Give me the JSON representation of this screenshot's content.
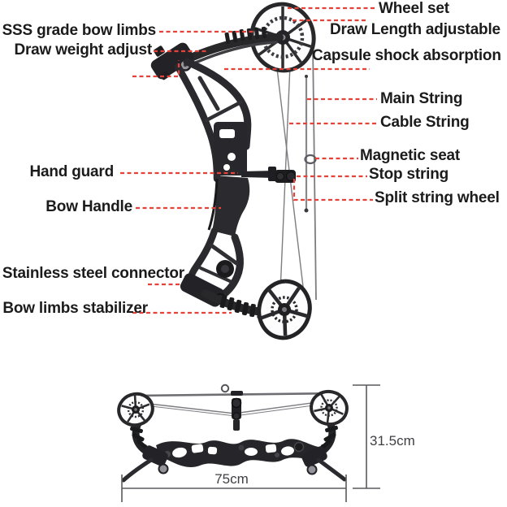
{
  "figure": {
    "kind": "annotated-product-diagram",
    "subject": "compound bow"
  },
  "colors": {
    "background": "#ffffff",
    "leader_red": "#e5423a",
    "label_text": "#1b1b1b",
    "dimension_line": "#5a5a5e",
    "bow_dark": "#28282b",
    "string_gray": "#7d7d82"
  },
  "callouts": {
    "wheel_set": "Wheel set",
    "sss_grade_bow_limbs": "SSS grade bow limbs",
    "draw_length_adjustable": "Draw Length adjustable",
    "draw_weight_adjust": "Draw weight adjust",
    "capsule_shock_absorption": "Capsule shock absorption",
    "main_string": "Main String",
    "cable_string": "Cable String",
    "magnetic_seat": "Magnetic seat",
    "hand_guard": "Hand guard",
    "stop_string": "Stop string",
    "split_string_wheel": "Split string wheel",
    "bow_handle": "Bow Handle",
    "stainless_steel_connector": "Stainless steel connector",
    "bow_limbs_stabilizer": "Bow limbs stabilizer"
  },
  "dimensions": {
    "width": "75cm",
    "height": "31.5cm"
  }
}
